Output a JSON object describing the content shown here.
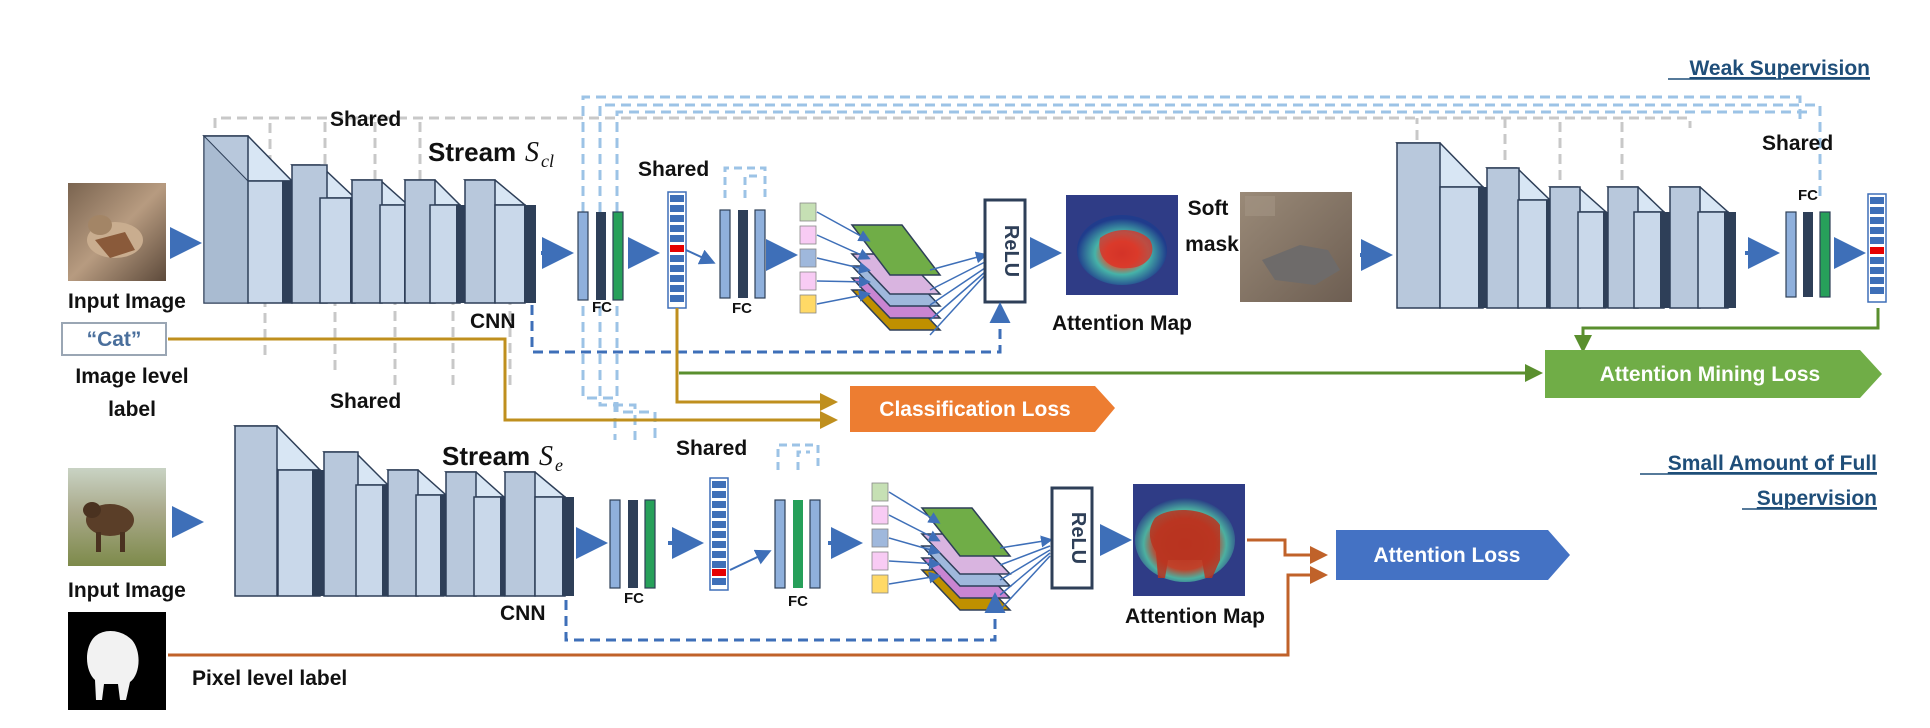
{
  "labels": {
    "weak_supervision": "Weak Supervision",
    "small_full_1": "Small Amount of Full",
    "small_full_2": "Supervision",
    "shared": "Shared",
    "stream": "Stream",
    "s_cl_sym": "S",
    "s_cl_sub": "cl",
    "s_e_sym": "S",
    "s_e_sub": "e",
    "cnn": "CNN",
    "fc": "FC",
    "relu": "ReLU",
    "attention_map": "Attention Map",
    "soft": "Soft",
    "mask": "mask",
    "input_image": "Input Image",
    "cat_label": "“Cat”",
    "image_level_1": "Image level",
    "image_level_2": "label",
    "pixel_level": "Pixel level label"
  },
  "losses": {
    "classification": "Classification Loss",
    "attention_mining": "Attention Mining Loss",
    "attention": "Attention Loss"
  },
  "colors": {
    "block_face": "#b8c8dc",
    "block_light": "#d8e6f4",
    "block_dark": "#2e3f58",
    "arrow_blue": "#3e6fb8",
    "gold": "#bf8f1e",
    "green": "#5a8f2e",
    "orange_line": "#c0622a",
    "class_loss": "#ed7d31",
    "mining_loss": "#70ad47",
    "attn_loss": "#4472c4",
    "shared_gray": "#c8c8c8",
    "shared_blue": "#9cc3e6",
    "red_cell": "#e60000"
  }
}
